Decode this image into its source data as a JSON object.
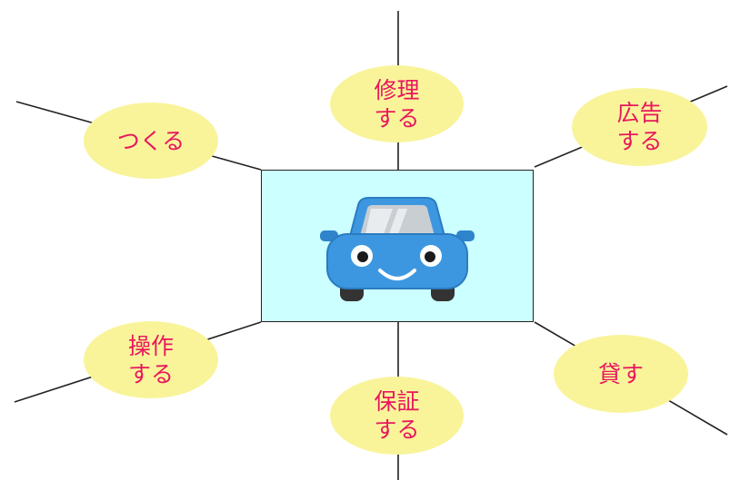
{
  "colors": {
    "bubble_fill": "#f9f49a",
    "label_text": "#e8175d",
    "center_fill": "#ccffff",
    "line": "#222222",
    "car_body": "#3d97e0"
  },
  "center": {
    "icon": "car-icon"
  },
  "nodes": {
    "top": {
      "label": "修理\nする"
    },
    "top_left": {
      "label": "つくる"
    },
    "top_right": {
      "label": "広告\nする"
    },
    "bottom_left": {
      "label": "操作\nする"
    },
    "bottom": {
      "label": "保証\nする"
    },
    "bottom_right": {
      "label": "貸す"
    }
  }
}
